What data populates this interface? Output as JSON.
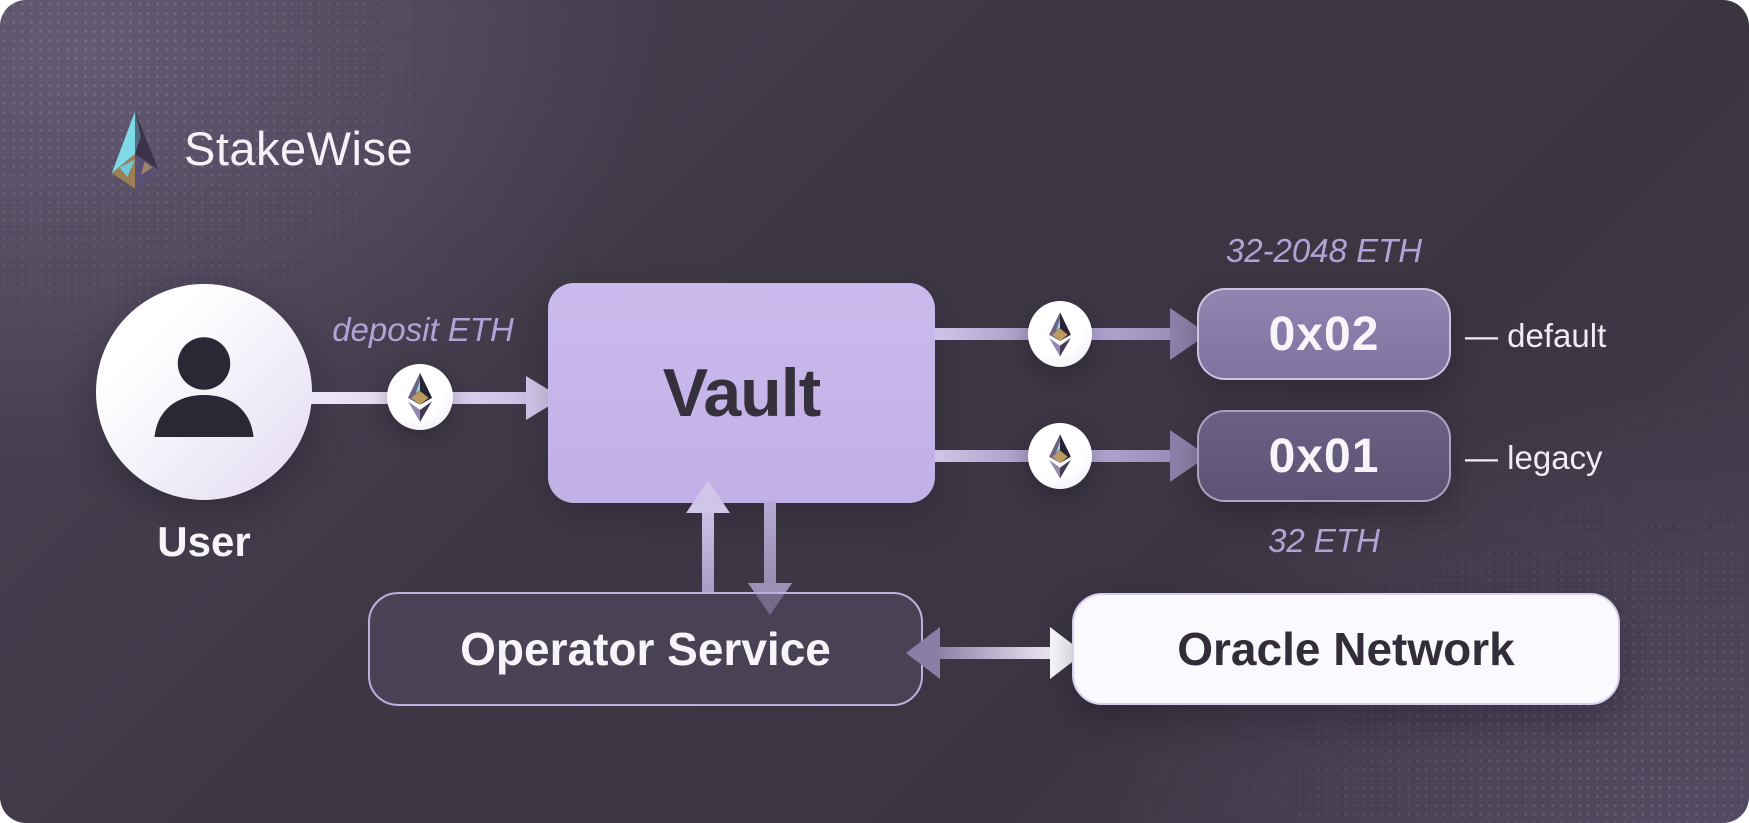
{
  "brand": {
    "title": "StakeWise",
    "logo_icon": "stakewise-pyramid-icon"
  },
  "diagram": {
    "user": {
      "label": "User",
      "icon": "person-icon"
    },
    "deposit_edge": {
      "label": "deposit ETH",
      "icon": "eth-coin-icon"
    },
    "vault": {
      "label": "Vault"
    },
    "validators": [
      {
        "label": "0x02",
        "capacity": "32-2048 ETH",
        "tag": "— default",
        "edge_icon": "eth-coin-icon"
      },
      {
        "label": "0x01",
        "capacity": "32 ETH",
        "tag": "— legacy",
        "edge_icon": "eth-coin-icon"
      }
    ],
    "operator": {
      "label": "Operator Service"
    },
    "oracle": {
      "label": "Oracle Network"
    },
    "edges": [
      "user -> vault (deposit ETH)",
      "vault -> 0x02",
      "vault -> 0x01",
      "operator <-> vault",
      "operator <-> oracle"
    ]
  },
  "colors": {
    "background_dark": "#3b3542",
    "background_light": "#554d60",
    "vault_fill": "#c7b5e9",
    "validator_0x02_fill": "#867aa4",
    "validator_0x01_fill": "#625877",
    "operator_fill": "#4b4456",
    "oracle_fill": "#faf9fd",
    "border_lavender": "#bcb1dc",
    "arrow_light": "#d2c8eb",
    "arrow_purple": "#8d80a8",
    "note_text": "#b2a3d7",
    "label_light": "#f7f5fa",
    "label_dark": "#332d3a"
  }
}
